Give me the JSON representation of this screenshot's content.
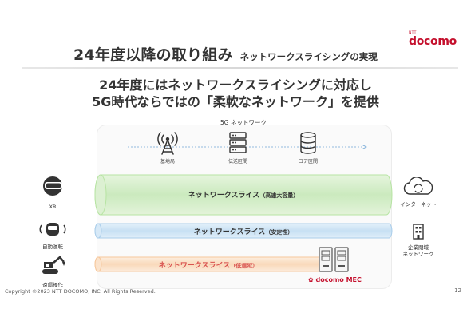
{
  "header": {
    "title": "24年度以降の取り組み",
    "subtitle": "ネットワークスライシングの実現"
  },
  "logo": {
    "brand_small": "NTT",
    "brand_name": "docomo",
    "color": "#c40f2c"
  },
  "headline": {
    "line1": "24年度にはネットワークスライシングに対応し",
    "line2": "5G時代ならではの「柔軟なネットワーク」を提供"
  },
  "network": {
    "label": "5G ネットワーク",
    "nodes": [
      {
        "icon": "antenna-tower-icon",
        "label": "基地局"
      },
      {
        "icon": "server-rack-icon",
        "label": "伝送区間"
      },
      {
        "icon": "database-icon",
        "label": "コア区間"
      }
    ]
  },
  "slices": [
    {
      "name": "ネットワークスライス",
      "note": "（高速大容量）",
      "color": "#b7e4a3"
    },
    {
      "name": "ネットワークスライス",
      "note": "（安定性）",
      "color": "#a9cdea"
    },
    {
      "name": "ネットワークスライス",
      "note": "（低遅延）",
      "color": "#f6c79b"
    }
  ],
  "mec": {
    "label": "docomo MEC"
  },
  "left_devices": [
    {
      "icon": "vr-headset-icon",
      "label": "XR"
    },
    {
      "icon": "car-icon",
      "label": "自動運転"
    },
    {
      "icon": "excavator-icon",
      "label": "遠隔操作"
    }
  ],
  "right_endpoints": [
    {
      "icon": "cloud-icon",
      "label": "インターネット"
    },
    {
      "icon": "building-icon",
      "label_line1": "企業閉域",
      "label_line2": "ネットワーク"
    }
  ],
  "footer": {
    "copyright": "Copyright ©2023 NTT DOCOMO, INC. All Rights Reserved.",
    "page": "12"
  }
}
